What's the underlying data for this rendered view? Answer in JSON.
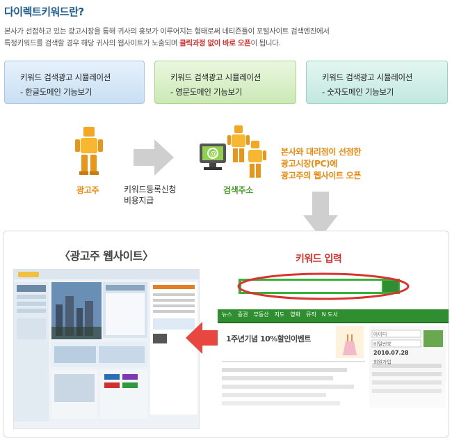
{
  "header": {
    "title": "다이렉트키워드란?",
    "desc_line1": "본사가 선점하고 있는 광고시장을 통해 귀사의 홍보가 이루어지는 형태로써 네티즌들이 포털사이트 검색엔진에서",
    "desc_line2_pre": "특정키워드를 검색할 경우 해당 귀사의 웹사이트가 노출되며 ",
    "desc_line2_highlight": "클릭과정 없이 바로 오픈",
    "desc_line2_post": "이 됩니다."
  },
  "simulations": [
    {
      "line1": "키워드 검색광고 시뮬레이션",
      "line2": "- 한글도메인 기능보기"
    },
    {
      "line1": "키워드 검색광고 시뮬레이션",
      "line2": "- 영문도메인 기능보기"
    },
    {
      "line1": "키워드 검색광고 시뮬레이션",
      "line2": "- 숫자도메인 기능보기"
    }
  ],
  "flow": {
    "advertiser": "광고주",
    "request_line1": "키워드등록신청",
    "request_line2": "비용지급",
    "search_address": "검색주소",
    "note_line1": "본사와 대리점이 선점한",
    "note_line2": "광고시장(PC)에",
    "note_line3": "광고주의 웹사이트 오픈"
  },
  "demo": {
    "advertiser_site": "〈광고주 웹사이트〉",
    "keyword_input": "키워드 입력",
    "portal_banner": "1주년기념 10%할인이벤트",
    "portal_nav": [
      "뉴스",
      "증권",
      "부동산",
      "지도",
      "영화",
      "뮤직",
      "N 도서"
    ],
    "portal_date": "2010.07.28",
    "portal_side_items": [
      "아이디",
      "비밀번호",
      "회원가입"
    ]
  },
  "colors": {
    "title": "#1d5b8e",
    "highlight": "#d2302c",
    "advertiser": "#e98a10",
    "search_green": "#4b9b2c",
    "keyword_red": "#d2302c"
  }
}
